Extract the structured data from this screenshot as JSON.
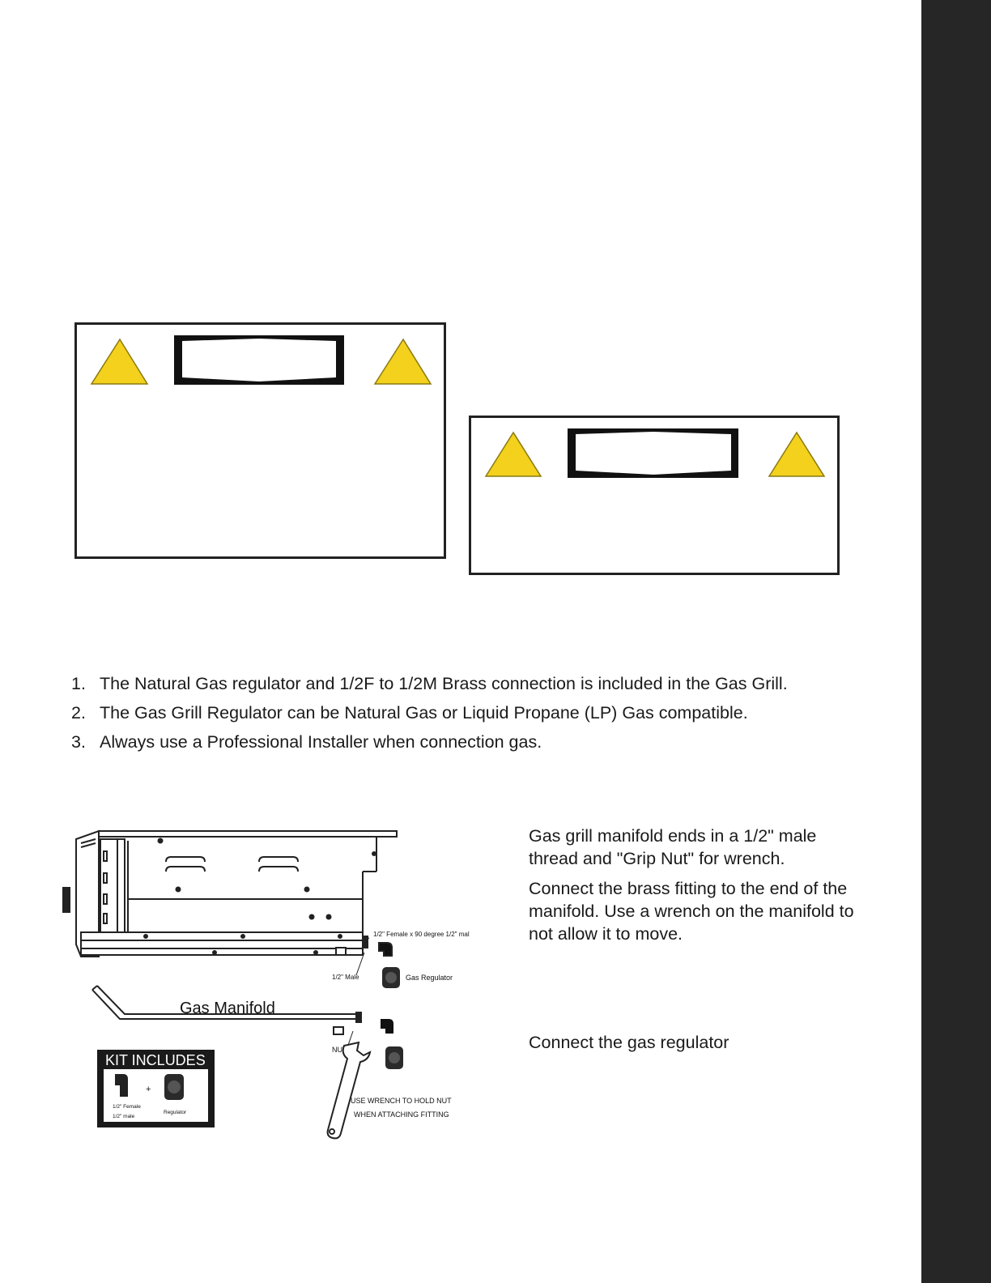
{
  "steps": [
    {
      "num": "1.",
      "text": "The Natural Gas regulator and 1/2F to 1/2M Brass connection is included in the Gas Grill."
    },
    {
      "num": "2.",
      "text": "The Gas Grill Regulator can be Natural Gas or Liquid Propane (LP) Gas compatible."
    },
    {
      "num": "3.",
      "text": "Always use a Professional Installer when connection gas."
    }
  ],
  "figure": {
    "manifold_label": "Gas Manifold",
    "fitting_label": "1/2\" Female x 90 degree 1/2\" male",
    "male_label": "1/2\" Male",
    "regulator_label": "Gas Regulator",
    "nut_label": "NUT",
    "wrench_line1": "USE WRENCH TO HOLD NUT",
    "wrench_line2": "WHEN ATTACHING FITTING",
    "kit_title": "KIT INCLUDES",
    "kit_item1_line1": "1/2\" Female",
    "kit_item1_line2": "1/2\" male",
    "kit_plus": "+",
    "kit_item2": "Regulator"
  },
  "descriptions": {
    "p1": "Gas grill manifold ends in a 1/2\" male thread and \"Grip Nut\" for wrench.",
    "p2": "Connect the brass fitting to the end of the manifold. Use a wrench on the manifold to not allow it to move.",
    "p3": "Connect the gas regulator"
  },
  "colors": {
    "warning_yellow": "#f3d11c",
    "side_bar": "#262626"
  },
  "icons": [
    "warning-triangle-icon",
    "wrench-icon"
  ]
}
